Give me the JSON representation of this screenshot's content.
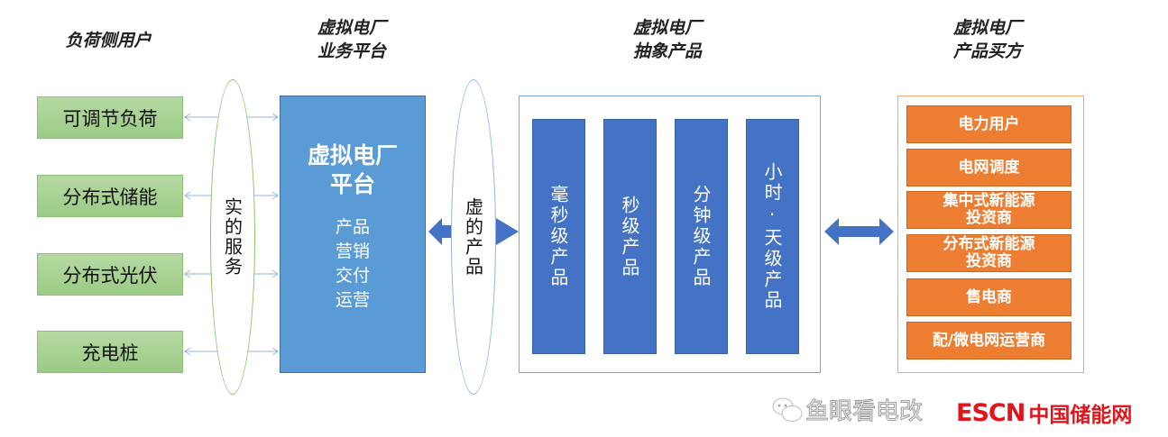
{
  "headers": {
    "load_side": "负荷侧用户",
    "platform": "虚拟电厂\n业务平台",
    "abstract": "虚拟电厂\n抽象产品",
    "buyers": "虚拟电厂\n产品买方"
  },
  "load_users": [
    "可调节负荷",
    "分布式储能",
    "分布式光伏",
    "充电桩"
  ],
  "real_service": "实的服务",
  "platform": {
    "title": "虚拟电厂\n平台",
    "functions": "产品\n营销\n交付\n运营"
  },
  "virtual_product": "虚的产品",
  "products": [
    "毫秒级产品",
    "秒级产品",
    "分钟级产品",
    "小时·天级产品"
  ],
  "buyers": [
    "电力用户",
    "电网调度",
    "集中式新能源\n投资商",
    "分布式新能源\n投资商",
    "售电商",
    "配/微电网运营商"
  ],
  "watermark": "鱼眼看电改",
  "logo": {
    "brand": "ESCN",
    "name": "中国储能网"
  },
  "colors": {
    "green": "#a9d18e",
    "blue_platform": "#5b9bd5",
    "blue_product": "#4472c4",
    "orange": "#ed7d31",
    "logo_red": "#e0161d"
  }
}
